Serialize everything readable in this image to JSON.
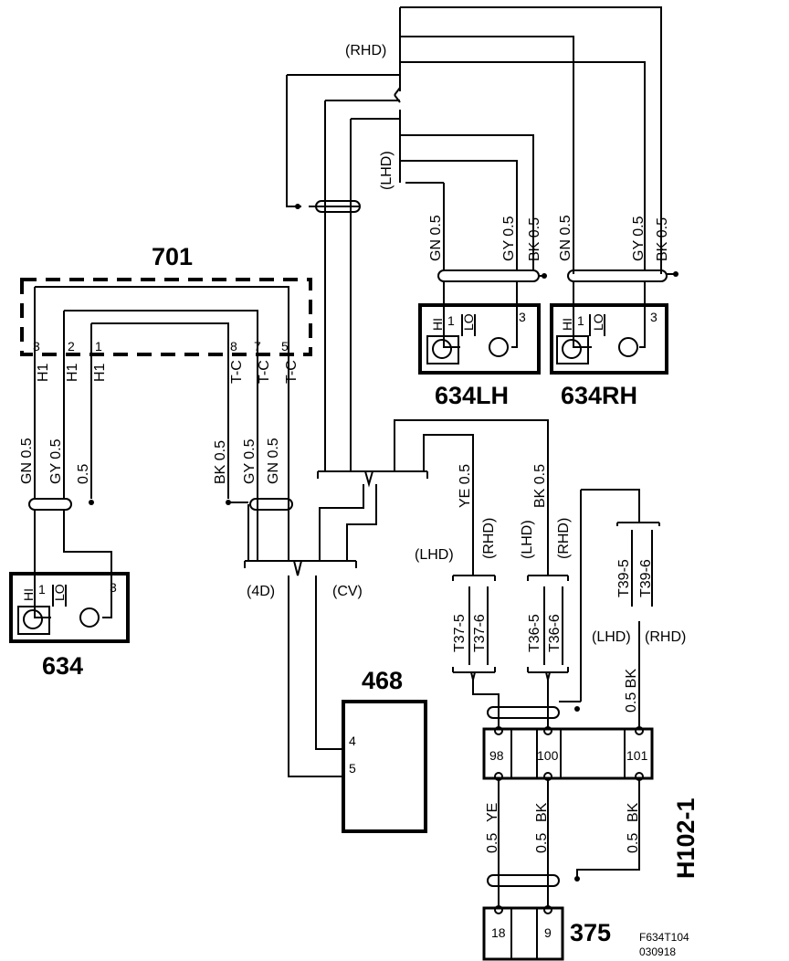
{
  "title_code": "F634T104",
  "date_code": "030918",
  "components": {
    "c701": {
      "id": "701",
      "pins": [
        "3",
        "2",
        "1",
        "8",
        "7",
        "5"
      ],
      "pin_labels": [
        "H1",
        "H1",
        "H1",
        "T-C",
        "T-C",
        "T-C"
      ]
    },
    "c634": {
      "id": "634",
      "pin1": "1",
      "pin3": "3",
      "hi": "HI",
      "lo": "LO"
    },
    "c634lh": {
      "id": "634LH",
      "pin1": "1",
      "pin3": "3",
      "hi": "HI",
      "lo": "LO"
    },
    "c634rh": {
      "id": "634RH",
      "pin1": "1",
      "pin3": "3",
      "hi": "HI",
      "lo": "LO"
    },
    "c468": {
      "id": "468",
      "pin4": "4",
      "pin5": "5"
    },
    "h102": {
      "id": "H102-1",
      "pins": [
        "98",
        "100",
        "101"
      ]
    },
    "c375": {
      "id": "375",
      "pins": [
        "18",
        "9"
      ]
    }
  },
  "wire_labels": {
    "left": [
      "GN 0.5",
      "GY 0.5",
      "0.5"
    ],
    "middle": [
      "BK 0.5",
      "GY 0.5",
      "GN 0.5"
    ],
    "lh": [
      "GN 0.5",
      "GY 0.5",
      "BK 0.5"
    ],
    "rh": [
      "GN 0.5",
      "GY 0.5",
      "BK 0.5"
    ],
    "ye": "YE 0.5",
    "bk": "BK 0.5",
    "bk_101": "0.5 BK",
    "bottom": [
      "YE",
      "0.5",
      "BK",
      "0.5",
      "BK",
      "0.5"
    ]
  },
  "variant_labels": {
    "rhd": "(RHD)",
    "lhd": "(LHD)",
    "d4": "(4D)",
    "cv": "(CV)"
  },
  "connector_labels": {
    "t37": [
      "T37-5",
      "T37-6"
    ],
    "t36": [
      "T36-5",
      "T36-6"
    ],
    "t39": [
      "T39-5",
      "T39-6"
    ]
  }
}
